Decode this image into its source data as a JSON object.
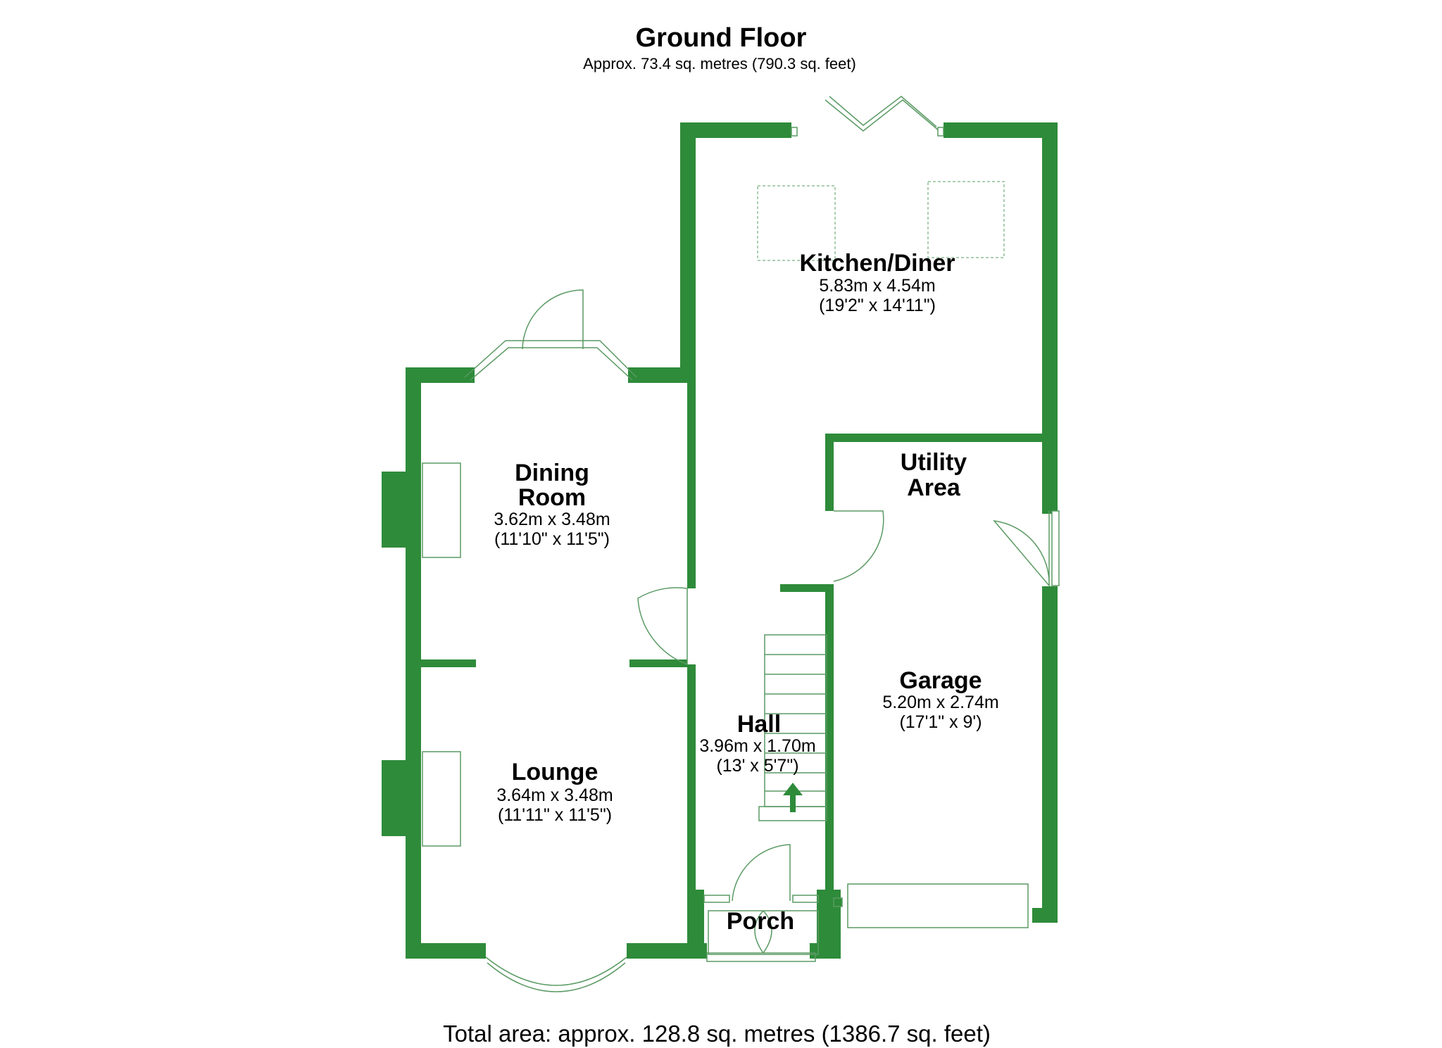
{
  "header": {
    "title": "Ground Floor",
    "subtitle": "Approx. 73.4 sq. metres (790.3 sq. feet)"
  },
  "rooms": {
    "kitchen": {
      "name": "Kitchen/Diner",
      "metric": "5.83m x 4.54m",
      "imperial": "(19'2\" x 14'11\")"
    },
    "utility": {
      "name_line1": "Utility",
      "name_line2": "Area"
    },
    "dining": {
      "name_line1": "Dining",
      "name_line2": "Room",
      "metric": "3.62m x 3.48m",
      "imperial": "(11'10\" x 11'5\")"
    },
    "lounge": {
      "name": "Lounge",
      "metric": "3.64m x 3.48m",
      "imperial": "(11'11\" x 11'5\")"
    },
    "hall": {
      "name": "Hall",
      "metric": "3.96m x 1.70m",
      "imperial": "(13' x 5'7\")"
    },
    "garage": {
      "name": "Garage",
      "metric": "5.20m x 2.74m",
      "imperial": "(17'1\" x 9')"
    },
    "porch": {
      "name": "Porch"
    }
  },
  "footer": {
    "total": "Total area: approx. 128.8 sq. metres (1386.7 sq. feet)"
  },
  "colors": {
    "wall": "#2e8b3a",
    "fixture_line": "#5a9a63",
    "dashed_line": "#8fbf95"
  }
}
